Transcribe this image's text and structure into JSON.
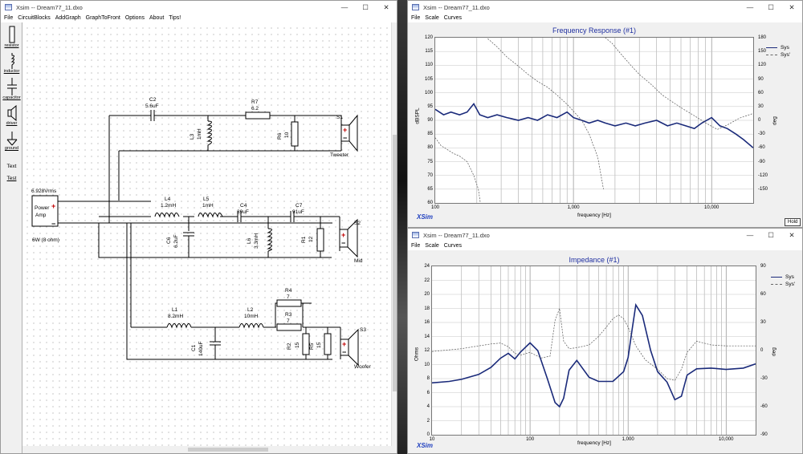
{
  "editor": {
    "title": "Xsim -- Dream77_11.dxo",
    "menu": [
      "File",
      "CircuitBlocks",
      "AddGraph",
      "GraphToFront",
      "Options",
      "About",
      "Tips!"
    ],
    "tools": [
      "resistor",
      "inductor",
      "capacitor",
      "driver",
      "ground",
      "Text",
      "Test"
    ],
    "components": {
      "c2_name": "C2",
      "c2_value": "5.6uF",
      "r7_name": "R7",
      "r7_value": "6.2",
      "l3_name": "L3",
      "l3_value": "1mH",
      "r6_name": "R6",
      "r6_value": "10",
      "s1_name": "S1",
      "s1_label": "Tweeter",
      "amp_voltage": "6.928Vrms",
      "amp_line1": "Power",
      "amp_line2": "Amp",
      "amp_power": "6W (8 ohm)",
      "l4_name": "L4",
      "l4_value": "1.2mH",
      "l5_name": "L5",
      "l5_value": "1mH",
      "c4_name": "C4",
      "c4_value": "39uF",
      "c7_name": "C7",
      "c7_value": "91uF",
      "s2_name": "S2",
      "s2_label": "Mid",
      "c6_name": "C6",
      "c6_value": "6.2uF",
      "l6_name": "L6",
      "l6_value": "3.3mH",
      "r1_name": "R1",
      "r1_value": "12",
      "r4_name": "R4",
      "r4_value": "7",
      "l1_name": "L1",
      "l1_value": "8.2mH",
      "l2_name": "L2",
      "l2_value": "10mH",
      "r3_name": "R3",
      "r3_value": "7",
      "s3_name": "S3",
      "s3_label": "Woofer",
      "c1_name": "C1",
      "c1_value": "140uF",
      "r2_name": "R2",
      "r2_value": "15",
      "r5_name": "R5",
      "r5_value": "15",
      "plus": "+",
      "minus": "−"
    }
  },
  "freq": {
    "window_title": "Xsim -- Dream77_11.dxo",
    "menu": [
      "File",
      "Scale",
      "Curves"
    ],
    "brand": "XSim",
    "hold": "Hold",
    "chart_data": {
      "type": "line",
      "title": "Frequency Response (#1)",
      "xlabel": "frequency [Hz]",
      "ylabel": "dBSPL",
      "y2label": "deg",
      "xscale": "log",
      "xlim": [
        100,
        20000
      ],
      "ylim": [
        60,
        120
      ],
      "y2lim": [
        -180,
        180
      ],
      "x_ticks": [
        "100",
        "1,000",
        "10,000"
      ],
      "y_ticks": [
        "120",
        "115",
        "110",
        "105",
        "100",
        "95",
        "90",
        "85",
        "80",
        "75",
        "70",
        "65",
        "60"
      ],
      "y2_ticks": [
        "180",
        "150",
        "120",
        "90",
        "60",
        "30",
        "0",
        "-30",
        "-60",
        "-90",
        "-120",
        "-150"
      ],
      "series": [
        {
          "name": "Sys",
          "axis": "left",
          "x": [
            100,
            115,
            130,
            150,
            170,
            190,
            210,
            240,
            280,
            330,
            400,
            470,
            550,
            650,
            760,
            900,
            1000,
            1150,
            1300,
            1500,
            1700,
            2000,
            2400,
            2800,
            3300,
            4000,
            4800,
            5600,
            6500,
            7500,
            8500,
            10000,
            11500,
            13000,
            15000,
            17000,
            20000
          ],
          "y": [
            94,
            92,
            93,
            92,
            93,
            96,
            92,
            91,
            92,
            91,
            90,
            91,
            90,
            92,
            91,
            93,
            91,
            90,
            89,
            90,
            89,
            88,
            89,
            88,
            89,
            90,
            88,
            89,
            88,
            87,
            89,
            91,
            88,
            87,
            85,
            83,
            80
          ]
        },
        {
          "name": "Sys'",
          "axis": "right",
          "x": [
            100,
            110,
            120,
            135,
            150,
            170,
            190,
            205,
            212,
            240,
            280,
            330,
            400,
            470,
            550,
            650,
            760,
            900,
            1000,
            1150,
            1300,
            1500,
            1650,
            1700,
            1900,
            2200,
            2600,
            3000,
            3600,
            4400,
            5200,
            6200,
            7500,
            9000,
            11000,
            13000,
            16000,
            20000
          ],
          "y": [
            -38,
            -55,
            -62,
            -72,
            -78,
            -90,
            -120,
            -150,
            -180,
            178,
            160,
            138,
            118,
            100,
            85,
            72,
            55,
            35,
            20,
            0,
            -30,
            -80,
            -150,
            180,
            168,
            145,
            120,
            100,
            80,
            55,
            40,
            25,
            10,
            -5,
            -20,
            -10,
            5,
            15
          ]
        }
      ],
      "legend": "top-right",
      "grid": true
    }
  },
  "imp": {
    "window_title": "Xsim -- Dream77_11.dxo",
    "menu": [
      "File",
      "Scale",
      "Curves"
    ],
    "brand": "XSim",
    "chart_data": {
      "type": "line",
      "title": "Impedance (#1)",
      "xlabel": "frequency [Hz]",
      "ylabel": "Ohms",
      "y2label": "deg",
      "xscale": "log",
      "xlim": [
        10,
        20000
      ],
      "ylim": [
        0,
        24
      ],
      "y2lim": [
        -90,
        90
      ],
      "x_ticks": [
        "10",
        "100",
        "1,000",
        "10,000"
      ],
      "y_ticks": [
        "24",
        "22",
        "20",
        "18",
        "16",
        "14",
        "12",
        "10",
        "8",
        "6",
        "4",
        "2",
        "0"
      ],
      "y2_ticks": [
        "90",
        "60",
        "30",
        "0",
        "-30",
        "-60",
        "-90"
      ],
      "series": [
        {
          "name": "Sys",
          "axis": "left",
          "x": [
            10,
            15,
            20,
            30,
            40,
            50,
            60,
            70,
            80,
            100,
            120,
            150,
            180,
            200,
            220,
            250,
            300,
            400,
            500,
            700,
            900,
            1000,
            1100,
            1200,
            1400,
            1700,
            2000,
            2500,
            3000,
            3500,
            4000,
            5000,
            7000,
            10000,
            15000,
            20000
          ],
          "y": [
            7.4,
            7.6,
            7.9,
            8.6,
            9.6,
            10.9,
            11.6,
            10.8,
            11.8,
            13.1,
            12.0,
            8.0,
            4.6,
            4.0,
            5.2,
            9.2,
            10.6,
            8.2,
            7.6,
            7.6,
            9.0,
            11.0,
            15.0,
            18.5,
            17.0,
            12.0,
            9.0,
            7.5,
            5.0,
            5.5,
            8.5,
            9.4,
            9.5,
            9.3,
            9.5,
            10.1
          ]
        },
        {
          "name": "Sys'",
          "axis": "right",
          "x": [
            10,
            20,
            30,
            40,
            50,
            60,
            70,
            80,
            100,
            130,
            160,
            180,
            200,
            220,
            250,
            300,
            400,
            500,
            600,
            700,
            800,
            900,
            1000,
            1200,
            1500,
            2000,
            2500,
            3000,
            3500,
            4000,
            5000,
            7000,
            10000,
            20000
          ],
          "y": [
            -1,
            2,
            5,
            7,
            8,
            4,
            -3,
            -5,
            -2,
            -8,
            -6,
            32,
            45,
            10,
            2,
            3,
            6,
            15,
            25,
            34,
            38,
            34,
            25,
            5,
            -10,
            -20,
            -30,
            -32,
            -20,
            -2,
            10,
            6,
            5,
            5
          ]
        }
      ],
      "legend": "top-right",
      "grid": true
    }
  }
}
